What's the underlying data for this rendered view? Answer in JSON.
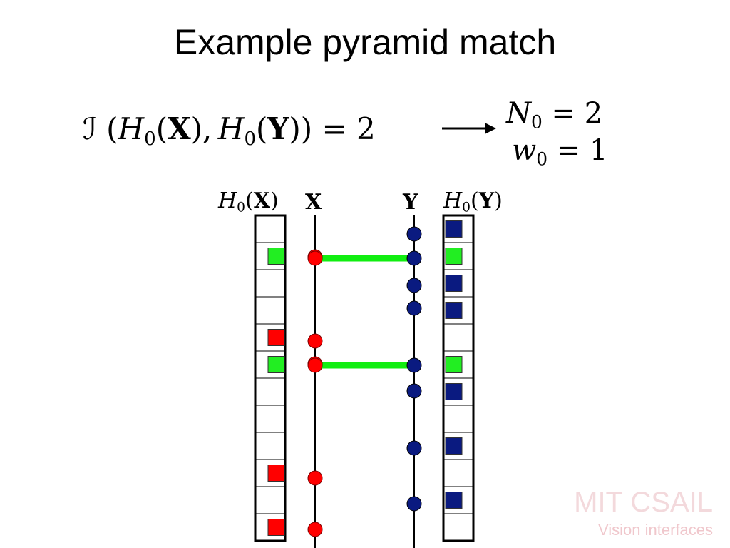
{
  "title": "Example pyramid match",
  "equation": {
    "intersection_symbol": "ℐ",
    "result": "2",
    "n0_value": "2",
    "w0_value": "1"
  },
  "labels": {
    "h0": "H",
    "sub0": "0",
    "x": "X",
    "y": "Y"
  },
  "watermark": {
    "line1": "MIT CSAIL",
    "line2": "Vision interfaces"
  },
  "colors": {
    "red": "#ff0000",
    "green": "#22ee22",
    "navy": "#0a1a80",
    "match_line": "#11ee11"
  },
  "diagram": {
    "x_points": [
      360,
      510,
      670,
      742
    ],
    "x_points_extra": [
      478
    ],
    "y_points": [
      328,
      362,
      400,
      432,
      512,
      548,
      628,
      706
    ],
    "matches": [
      362,
      512
    ],
    "hist_x": [
      {
        "bin": 1,
        "color": "green"
      },
      {
        "bin": 4,
        "color": "red"
      },
      {
        "bin": 5,
        "color": "green"
      },
      {
        "bin": 9,
        "color": "red"
      },
      {
        "bin": 11,
        "color": "red"
      }
    ],
    "hist_y": [
      {
        "bin": 0,
        "color": "navy"
      },
      {
        "bin": 1,
        "color": "green"
      },
      {
        "bin": 2,
        "color": "navy"
      },
      {
        "bin": 3,
        "color": "navy"
      },
      {
        "bin": 5,
        "color": "green"
      },
      {
        "bin": 6,
        "color": "navy"
      },
      {
        "bin": 8,
        "color": "navy"
      },
      {
        "bin": 10,
        "color": "navy"
      }
    ]
  }
}
